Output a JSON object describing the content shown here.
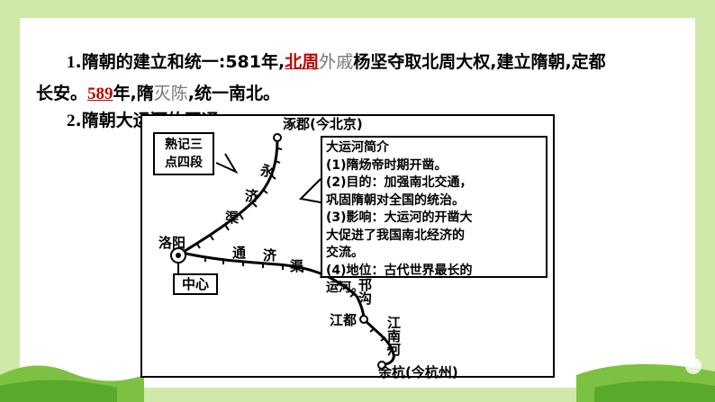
{
  "point1": {
    "number": "1",
    "lead": ".隋朝的建立和统一:581年,",
    "blank1": "北周",
    "faded1": "外戚",
    "rest1": "杨坚夺取北周大权,建立隋朝,定都",
    "line2_start": "长安。",
    "blank2": "589",
    "line2_mid": "年,隋",
    "faded2": "灭陈",
    "line2_end": ",统一南北。"
  },
  "point2": {
    "number": "2",
    "text": ".隋朝大运河的开通"
  },
  "map": {
    "north_city": "涿郡(今北京)",
    "south_city": "余杭(今杭州)",
    "center_city": "洛阳",
    "center_box": "中心",
    "jiangdu": "江都",
    "canal_yongji": [
      "永",
      "济",
      "渠"
    ],
    "canal_tongji": [
      "通",
      "济",
      "渠"
    ],
    "canal_hangou": "邗沟",
    "canal_jiangnan": "江南河",
    "tip_lines": [
      "熟记三",
      "点四段"
    ],
    "intro": {
      "title": "大运河简介",
      "lines": [
        "(1)隋炀帝时期开凿。",
        "(2)目的：加强南北交通，",
        "巩固隋朝对全国的统治。",
        "(3)影响：大运河的开凿大",
        "大促进了我国南北经济的",
        "交流。",
        "(4)地位：古代世界最长的",
        "运河。"
      ]
    }
  },
  "colors": {
    "answer_red": "#c00000",
    "frame_green": "#cfe9a8"
  }
}
